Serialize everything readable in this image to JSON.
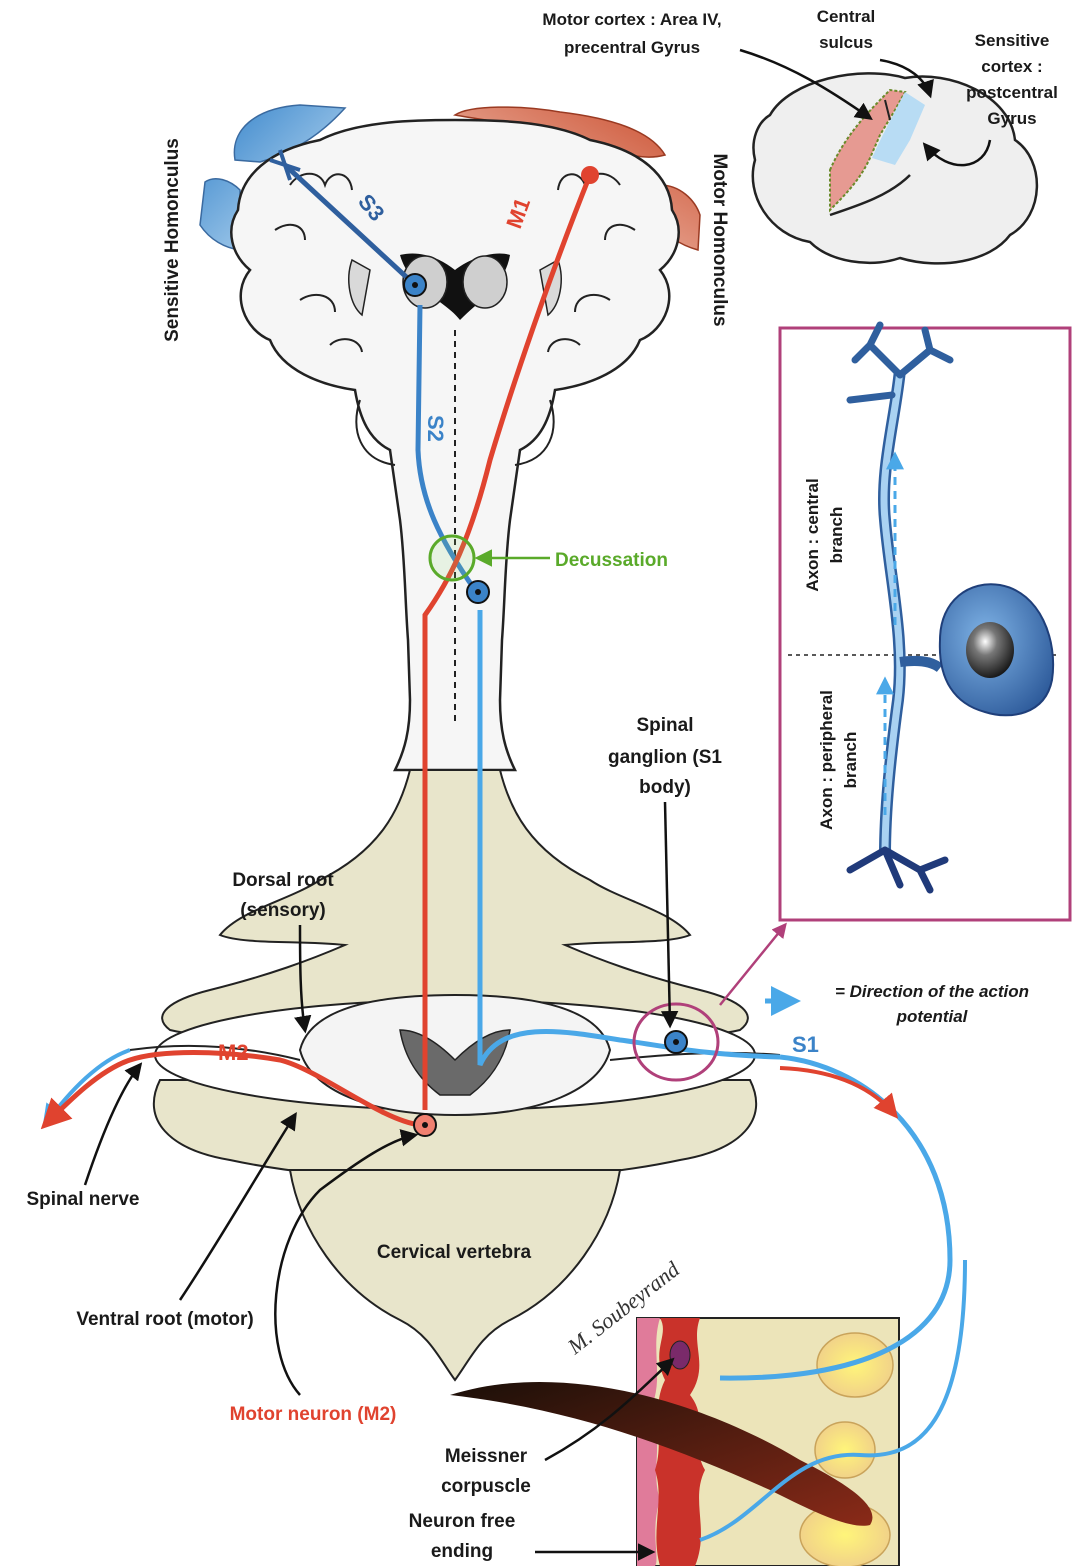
{
  "colors": {
    "sensory": "#4aa8e8",
    "sensory_dark": "#2f5f9e",
    "motor": "#e0432f",
    "decussation": "#5aaa2a",
    "inset_frame": "#b0407a",
    "bone": "#e6e3c8"
  },
  "labels": {
    "motor_cortex_1": "Motor cortex : Area IV,",
    "motor_cortex_2": "precentral Gyrus",
    "central_sulcus_1": "Central",
    "central_sulcus_2": "sulcus",
    "sensitive_cortex_1": "Sensitive",
    "sensitive_cortex_2": "cortex :",
    "sensitive_cortex_3": "postcentral",
    "sensitive_cortex_4": "Gyrus",
    "sensitive_homunculus": "Sensitive Homonculus",
    "motor_homunculus": "Motor Homonculus",
    "decussation": "Decussation",
    "spinal_ganglion_1": "Spinal",
    "spinal_ganglion_2": "ganglion (S1",
    "spinal_ganglion_3": "body)",
    "dorsal_root_1": "Dorsal root",
    "dorsal_root_2": "(sensory)",
    "legend_1": "= Direction of the action",
    "legend_2": "potential",
    "spinal_nerve": "Spinal nerve",
    "cervical_vertebra": "Cervical vertebra",
    "ventral_root": "Ventral root (motor)",
    "motor_neuron": "Motor neuron (M2)",
    "meissner_1": "Meissner",
    "meissner_2": "corpuscle",
    "free_ending_1": "Neuron free",
    "free_ending_2": "ending",
    "axon_central_1": "Axon : central",
    "axon_central_2": "branch",
    "axon_peripheral_1": "Axon : peripheral",
    "axon_peripheral_2": "branch",
    "signature": "M. Soubeyrand"
  },
  "pathway_tags": {
    "s1": "S1",
    "s2": "S2",
    "s3": "S3",
    "m1": "M1",
    "m2": "M2"
  }
}
